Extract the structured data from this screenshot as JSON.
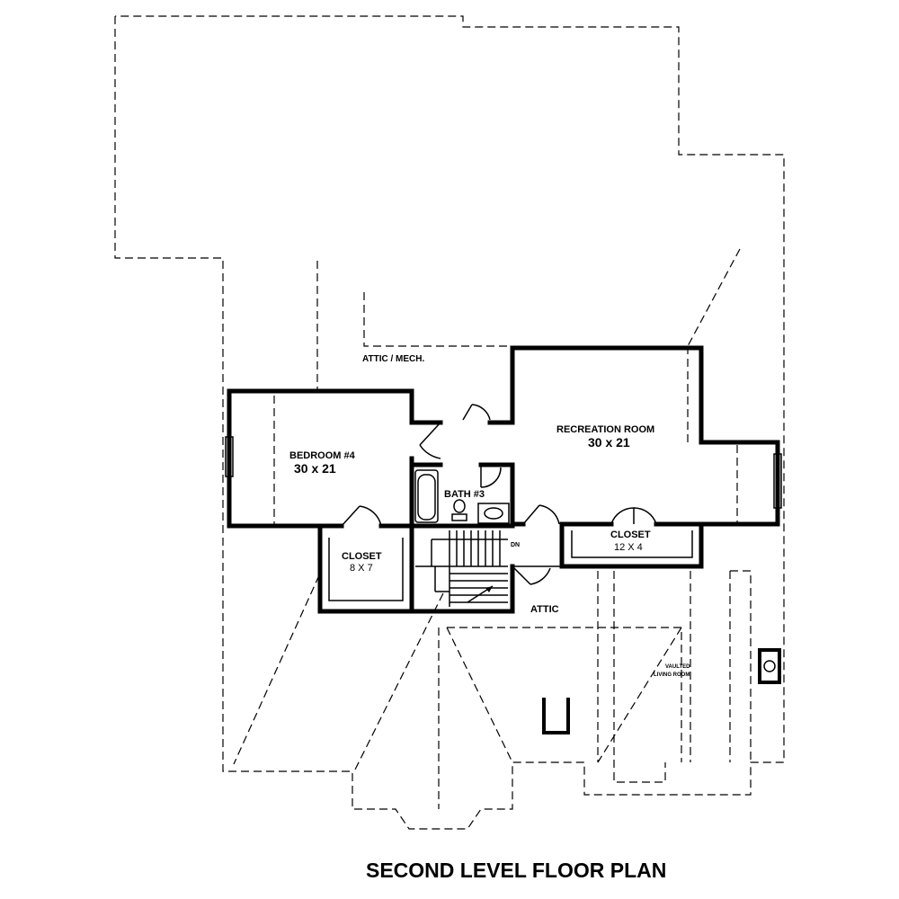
{
  "title": "SECOND LEVEL FLOOR PLAN",
  "rooms": {
    "attic_mech": "ATTIC / MECH.",
    "bedroom4": {
      "name": "BEDROOM #4",
      "size": "30 x 21"
    },
    "recreation": {
      "name": "RECREATION ROOM",
      "size": "30 x 21"
    },
    "bath3": "BATH #3",
    "closet_left": {
      "name": "CLOSET",
      "size": "8 X 7"
    },
    "closet_right": {
      "name": "CLOSET",
      "size": "12 X 4"
    },
    "attic": "ATTIC",
    "stair_dn": "DN",
    "vaulted_line1": "VAULTED",
    "vaulted_line2": "LIVING ROOM"
  }
}
